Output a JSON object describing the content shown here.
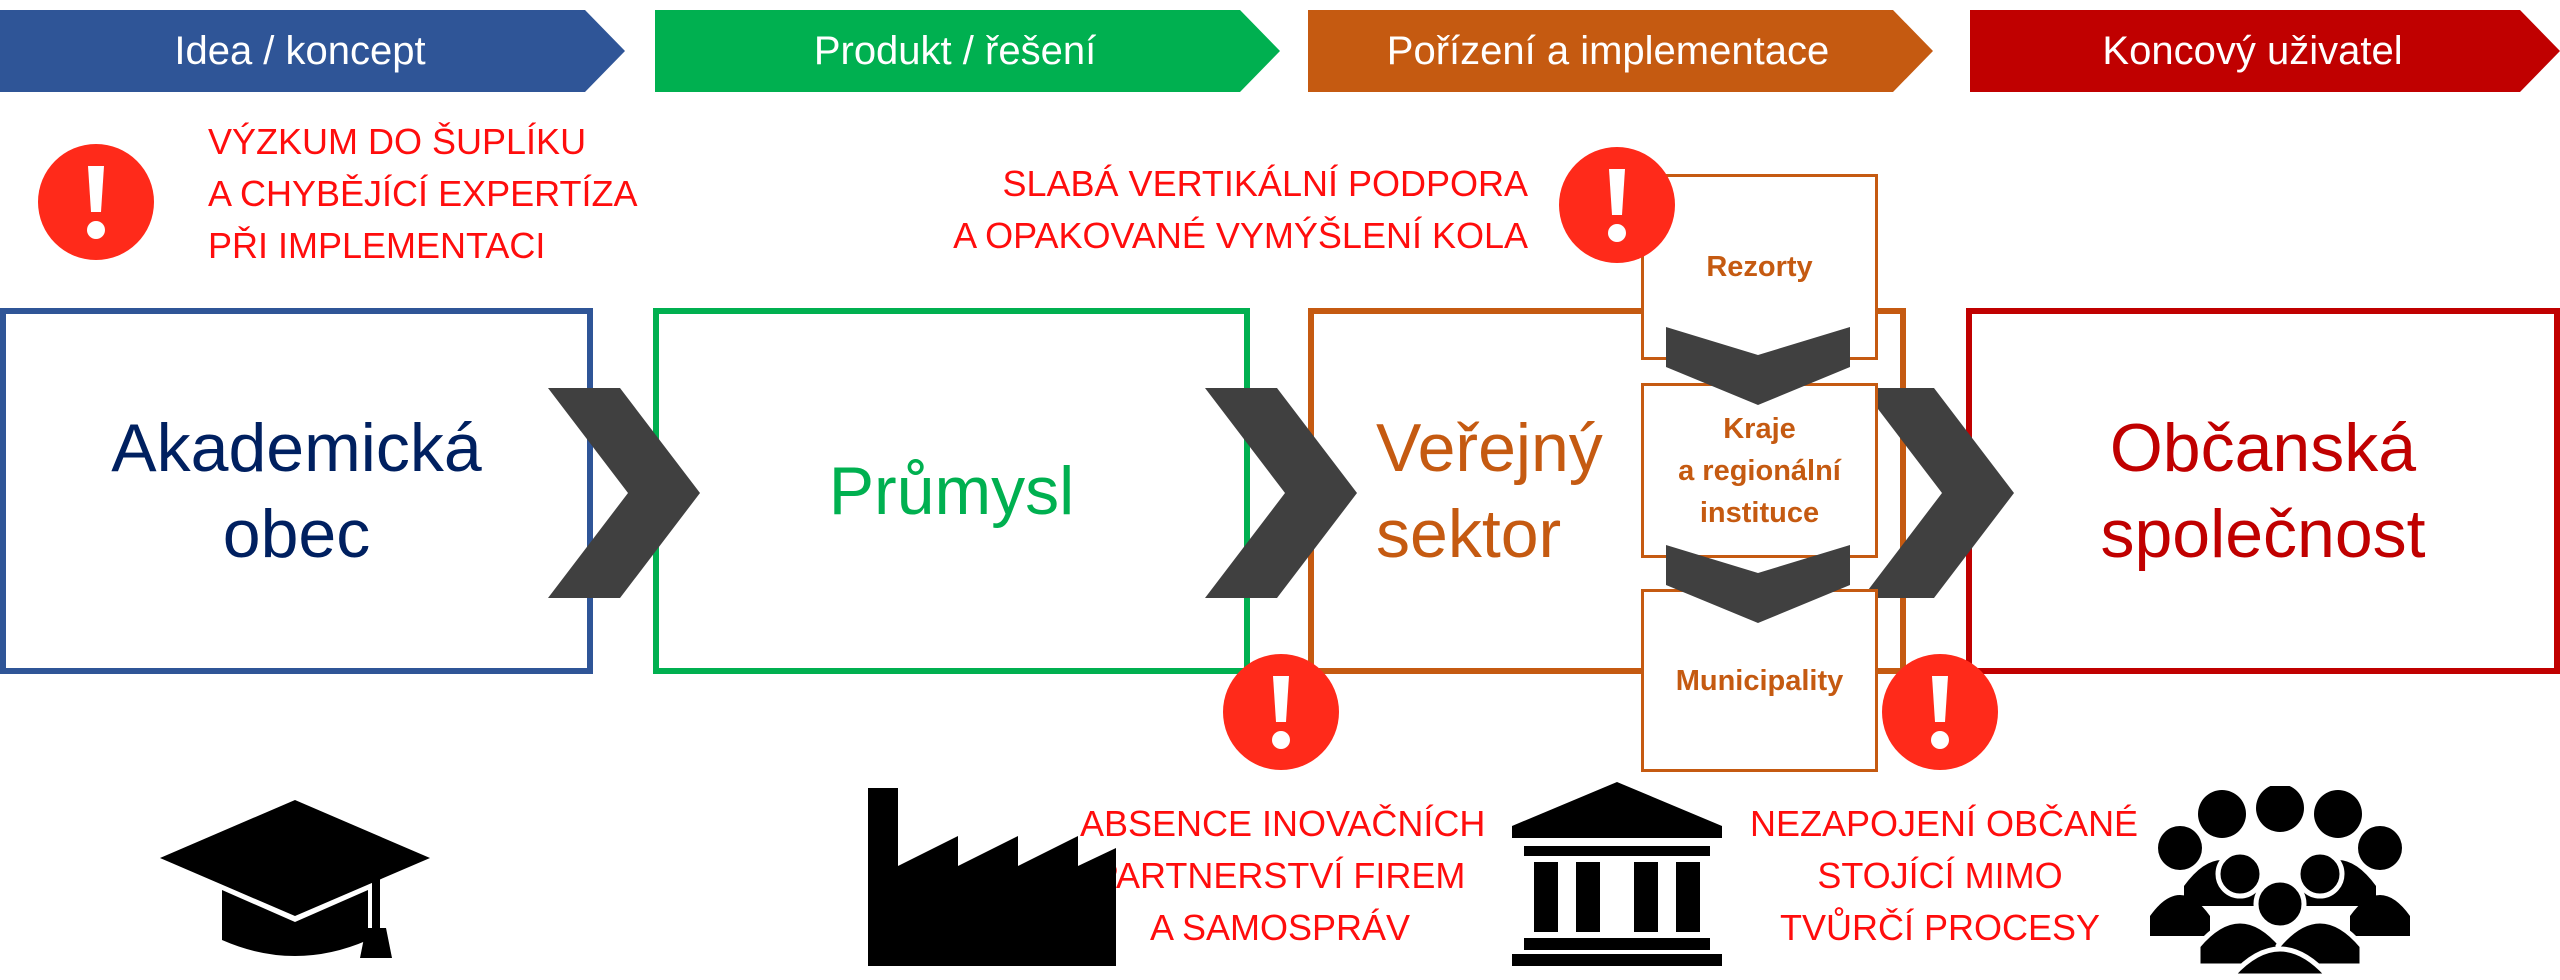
{
  "stages": [
    {
      "label": "Idea / koncept",
      "color": "#2f5597"
    },
    {
      "label": "Produkt / řešení",
      "color": "#00b050"
    },
    {
      "label": "Pořízení a implementace",
      "color": "#c55a11"
    },
    {
      "label": "Koncový uživatel",
      "color": "#c00000"
    }
  ],
  "boxes": [
    {
      "lines": [
        "Akademická",
        "obec"
      ],
      "color": "#002060",
      "border": "#2f5597"
    },
    {
      "lines": [
        "Průmysl"
      ],
      "color": "#00b050",
      "border": "#00b050"
    },
    {
      "lines": [
        "Veřejný",
        "sektor"
      ],
      "color": "#c55a11",
      "border": "#c55a11"
    },
    {
      "lines": [
        "Občanská",
        "společnost"
      ],
      "color": "#c00000",
      "border": "#c00000"
    }
  ],
  "warnings": [
    {
      "lines": [
        "VÝZKUM DO ŠUPLÍKU",
        "A CHYBĚJÍCÍ EXPERTÍZA",
        "PŘI IMPLEMENTACI"
      ]
    },
    {
      "lines": [
        "SLABÁ VERTIKÁLNÍ PODPORA",
        "A OPAKOVANÉ VYMÝŠLENÍ KOLA"
      ]
    },
    {
      "lines": [
        "ABSENCE INOVAČNÍCH",
        "PARTNERSTVÍ FIREM",
        "A SAMOSPRÁV"
      ]
    },
    {
      "lines": [
        "NEZAPOJENÍ OBČANÉ",
        "STOJÍCÍ MIMO",
        "TVŮRČÍ PROCESY"
      ]
    }
  ],
  "warning_icon": {
    "name": "exclamation-icon",
    "glyph": "!",
    "color": "#ff2a1a"
  },
  "government_levels": [
    {
      "lines": [
        "Rezorty"
      ]
    },
    {
      "lines": [
        "Kraje",
        "a regionální",
        "instituce"
      ]
    },
    {
      "lines": [
        "Municipality"
      ]
    }
  ],
  "icons": [
    "graduation-cap-icon",
    "factory-icon",
    "government-building-icon",
    "people-group-icon"
  ],
  "colors": {
    "chevron": "#404040",
    "warning": "#ff0d0d",
    "icon": "#000000"
  }
}
